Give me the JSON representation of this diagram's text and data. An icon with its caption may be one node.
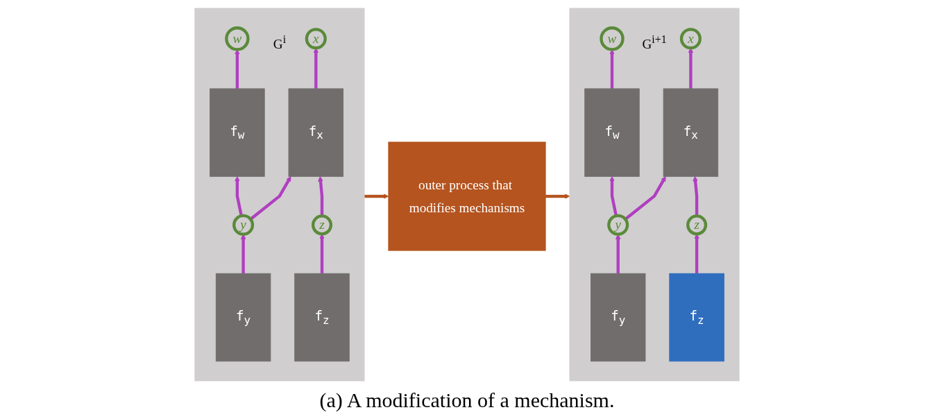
{
  "diagram": {
    "caption": "(a) A modification of a mechanism.",
    "nodes": [
      {
        "text": [
          "G$^{i}$"
        ]
      },
      {
        "text": [
          "w"
        ],
        "in": 0
      },
      {
        "text": [
          "f$_{w}$"
        ],
        "in": 0
      },
      {
        "text": [
          "x"
        ],
        "in": 0
      },
      {
        "text": [
          "f$_{x}$"
        ],
        "in": 0
      },
      {
        "text": [
          "y"
        ],
        "in": 0
      },
      {
        "text": [
          "z"
        ],
        "in": 0
      },
      {
        "text": [
          "f$_{y}$"
        ],
        "in": 0
      },
      {
        "text": [
          "f$_{z}$"
        ],
        "in": 0
      },
      {
        "text": [
          "outer process that modifies mechanisms"
        ]
      },
      {
        "text": [
          "G$^{i+1}$"
        ]
      },
      {
        "text": [
          "w"
        ],
        "in": 10
      },
      {
        "text": [
          "f$_{w}$"
        ],
        "in": 10
      },
      {
        "text": [
          "x"
        ],
        "in": 10
      },
      {
        "text": [
          "f$_{x}$"
        ],
        "in": 10
      },
      {
        "text": [
          "y"
        ],
        "in": 10
      },
      {
        "text": [
          "z"
        ],
        "in": 10
      },
      {
        "text": [
          "f$_{y}$"
        ],
        "in": 10
      },
      {
        "text": [
          "f$_{z}$"
        ],
        "in": 10
      }
    ],
    "edges": [
      {
        "from": 2,
        "to": 1,
        "arrow": "to"
      },
      {
        "from": 5,
        "to": 2,
        "arrow": "to"
      },
      {
        "from": 5,
        "to": 4,
        "arrow": "to"
      },
      {
        "from": 4,
        "to": 3,
        "arrow": "to"
      },
      {
        "from": 6,
        "to": 4,
        "arrow": "to"
      },
      {
        "from": 7,
        "to": 5,
        "arrow": "to"
      },
      {
        "from": 8,
        "to": 6,
        "arrow": "to"
      },
      {
        "from": 0,
        "to": 9,
        "arrow": "to",
        "color": "#b5541f"
      },
      {
        "from": 9,
        "to": 10,
        "arrow": "to",
        "color": "#b5541f"
      },
      {
        "from": 12,
        "to": 11,
        "arrow": "to"
      },
      {
        "from": 15,
        "to": 12,
        "arrow": "to"
      },
      {
        "from": 15,
        "to": 14,
        "arrow": "to"
      },
      {
        "from": 14,
        "to": 13,
        "arrow": "to"
      },
      {
        "from": 16,
        "to": 14,
        "arrow": "to"
      },
      {
        "from": 17,
        "to": 15,
        "arrow": "to"
      },
      {
        "from": 18,
        "to": 16,
        "arrow": "to"
      }
    ]
  }
}
